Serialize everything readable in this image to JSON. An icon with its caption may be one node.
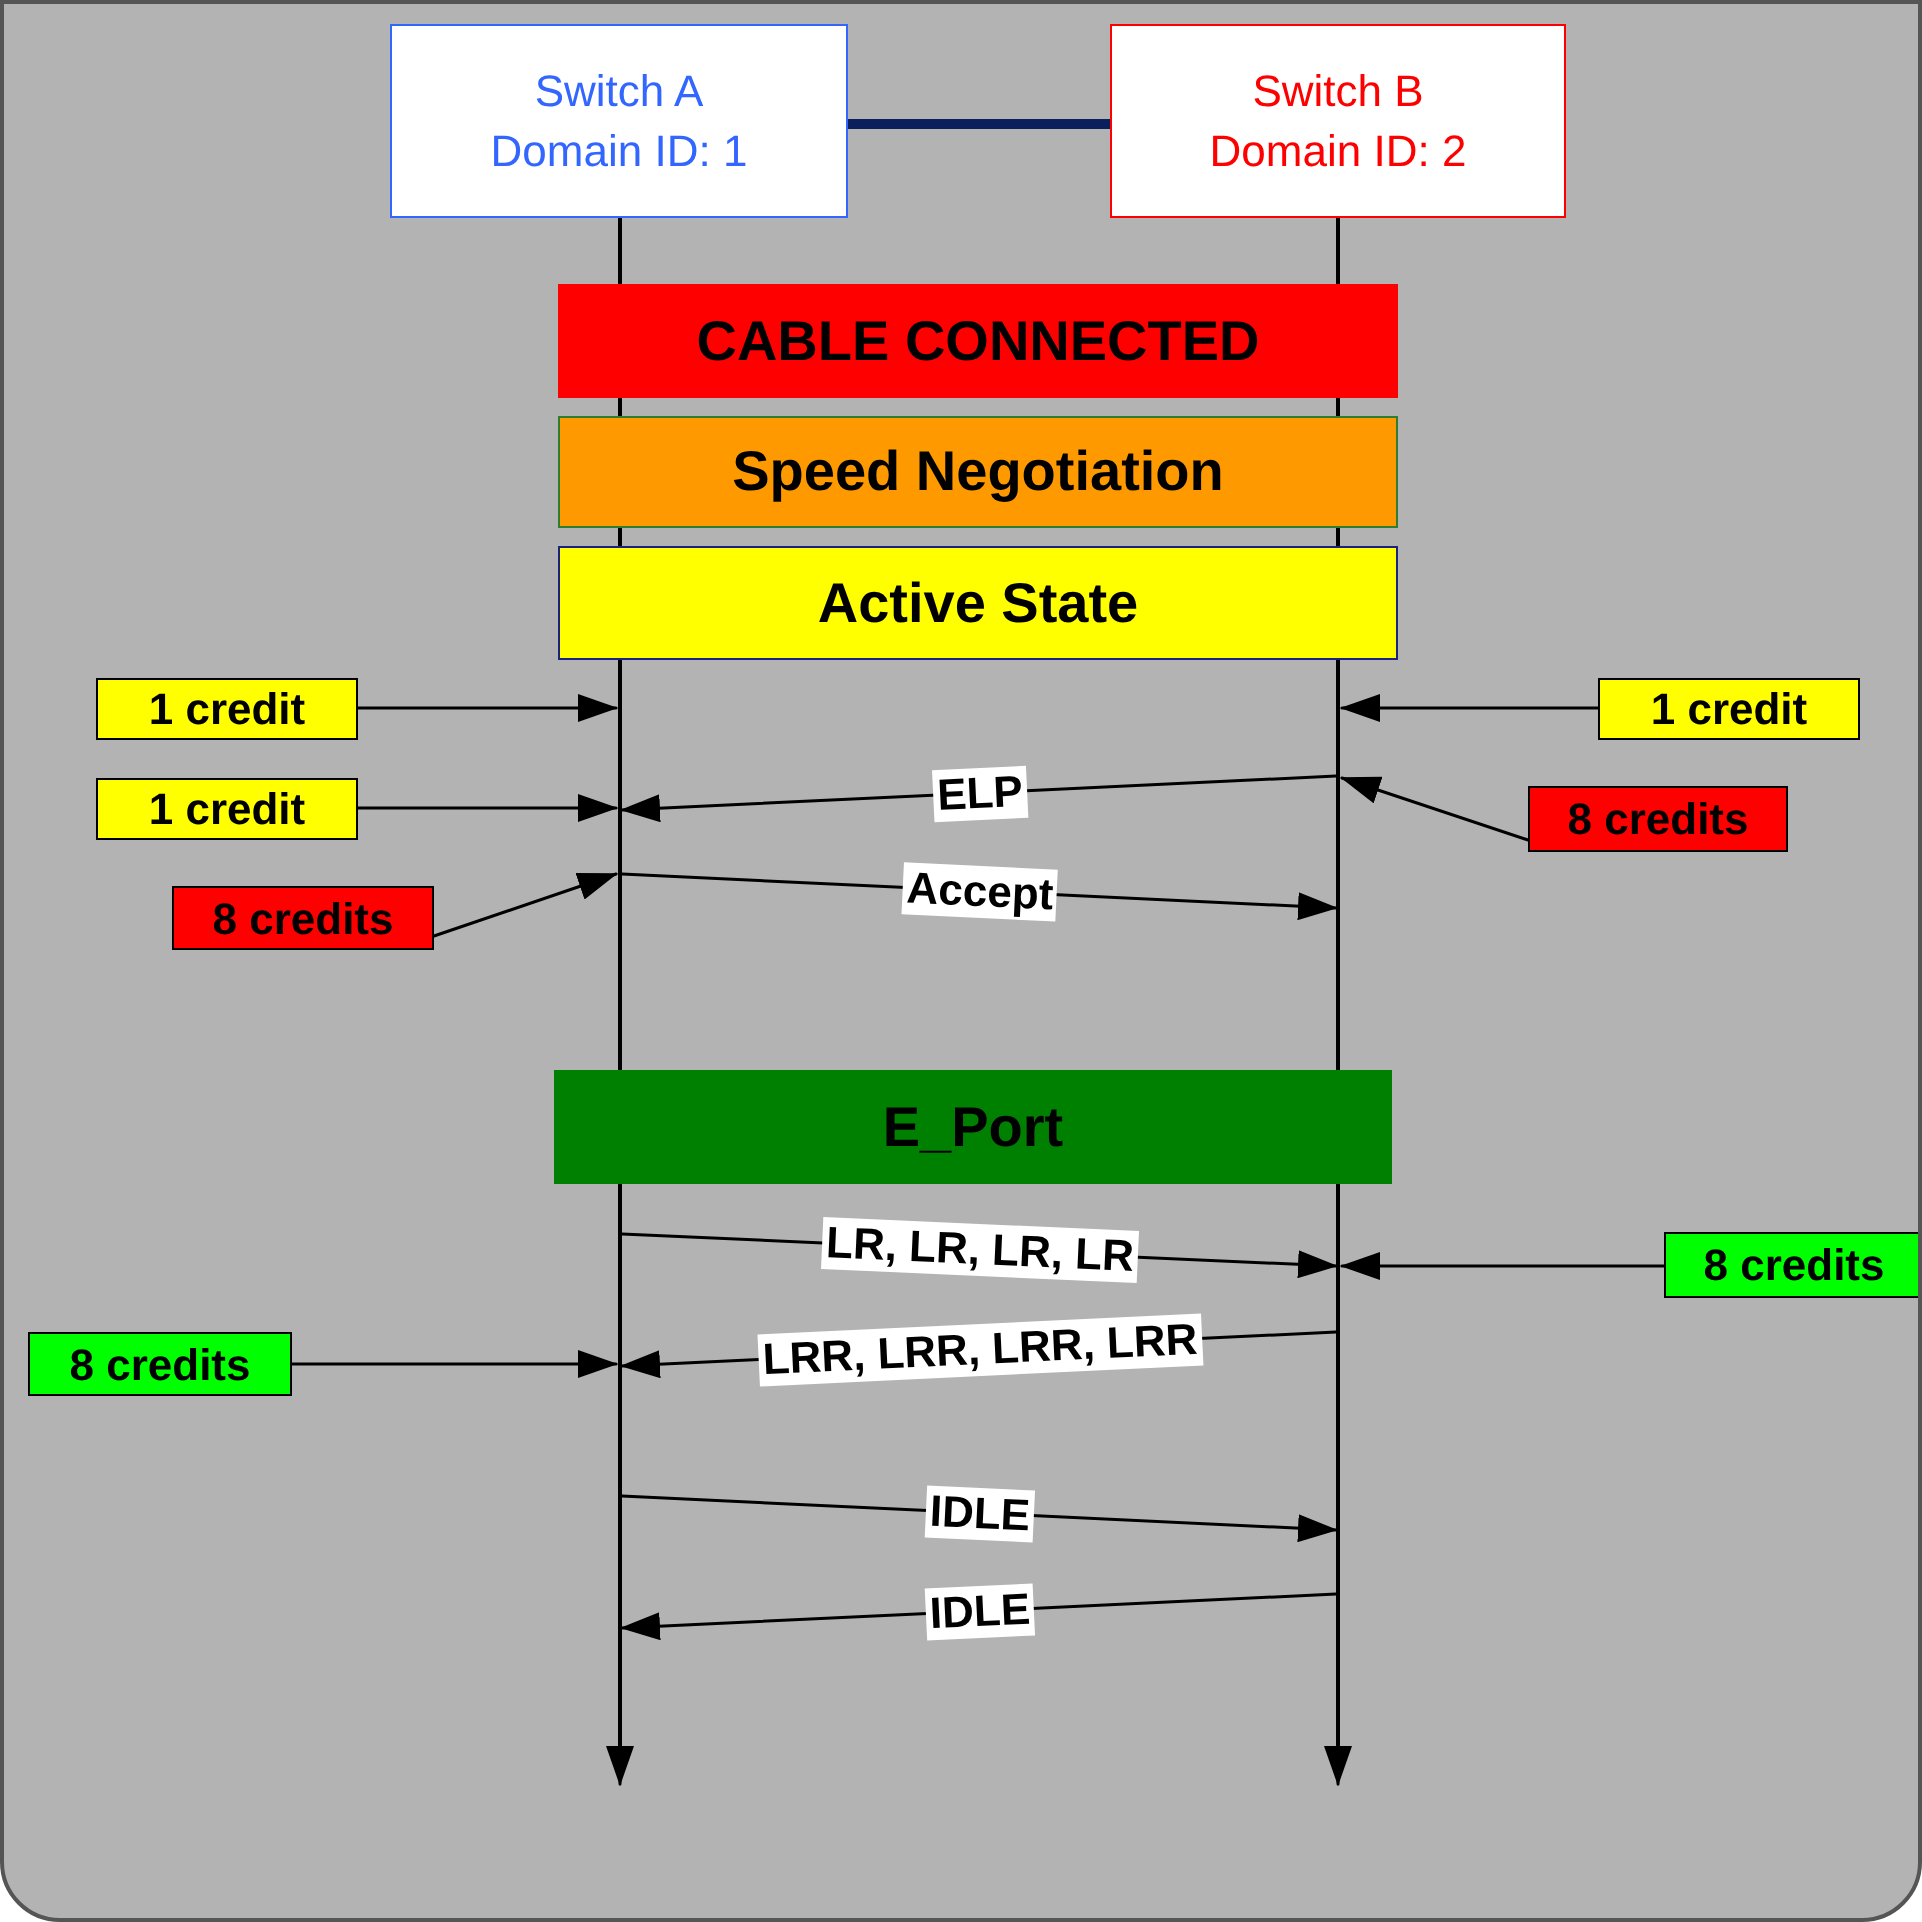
{
  "diagram": {
    "nodes": [
      {
        "text": [
          "Switch A",
          "Domain ID: 1"
        ]
      },
      {
        "text": [
          "Switch B",
          "Domain ID: 2"
        ]
      },
      {
        "text": [
          "CABLE CONNECTED"
        ]
      },
      {
        "text": [
          "Speed Negotiation"
        ]
      },
      {
        "text": [
          "Active State"
        ]
      },
      {
        "text": [
          "1 credit"
        ]
      },
      {
        "text": [
          "1 credit"
        ]
      },
      {
        "text": [
          "1 credit"
        ]
      },
      {
        "text": [
          "8 credits"
        ]
      },
      {
        "text": [
          "8 credits"
        ]
      },
      {
        "text": [
          "E_Port"
        ]
      },
      {
        "text": [
          "8 credits"
        ]
      },
      {
        "text": [
          "8 credits"
        ]
      },
      {
        "text": [],
        "shape": "line"
      },
      {
        "text": [],
        "shape": "line"
      }
    ],
    "edges": [
      {
        "from": 0,
        "to": 1,
        "arrow": "none",
        "style": "thick",
        "color": "#0a1f5c"
      },
      {
        "from": 13,
        "to": null,
        "arrow": "to"
      },
      {
        "from": 14,
        "to": null,
        "arrow": "to"
      },
      {
        "from": 5,
        "to": 13,
        "arrow": "to"
      },
      {
        "from": 6,
        "to": 14,
        "arrow": "to"
      },
      {
        "from": 7,
        "to": 13,
        "arrow": "to"
      },
      {
        "from": 14,
        "to": 13,
        "arrow": "to",
        "label": "ELP"
      },
      {
        "from": 8,
        "to": 14,
        "arrow": "to"
      },
      {
        "from": 9,
        "to": 13,
        "arrow": "to"
      },
      {
        "from": 13,
        "to": 14,
        "arrow": "to",
        "label": "Accept"
      },
      {
        "from": 13,
        "to": 14,
        "arrow": "to",
        "label": "LR, LR, LR, LR"
      },
      {
        "from": 11,
        "to": 14,
        "arrow": "to"
      },
      {
        "from": 14,
        "to": 13,
        "arrow": "to",
        "label": "LRR, LRR, LRR, LRR"
      },
      {
        "from": 12,
        "to": 13,
        "arrow": "to"
      },
      {
        "from": 13,
        "to": 14,
        "arrow": "to",
        "label": "IDLE"
      },
      {
        "from": 14,
        "to": 13,
        "arrow": "to",
        "label": "IDLE"
      }
    ]
  }
}
